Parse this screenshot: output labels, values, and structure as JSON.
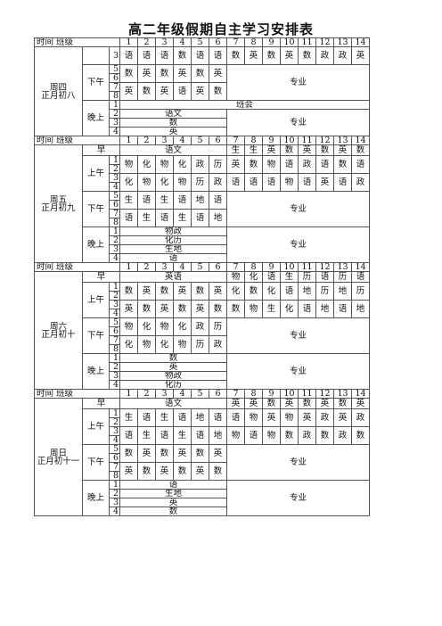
{
  "title": "高二年级假期自主学习安排表",
  "header": {
    "time": "时间",
    "class": "班级",
    "classes": [
      "1",
      "2",
      "3",
      "4",
      "5",
      "6",
      "7",
      "8",
      "9",
      "10",
      "11",
      "12",
      "13",
      "14"
    ]
  },
  "period_labels": {
    "early": "早",
    "afternoon": "下午",
    "evening": "晚上",
    "morning": "上午"
  },
  "blocks": [
    {
      "day_line1": "周四",
      "day_line2": "正月初八",
      "early": null,
      "am_rows": [
        [
          "语",
          "语",
          "语",
          "数",
          "语",
          "语",
          "数",
          "英",
          "数",
          "英",
          "数",
          "政",
          "政",
          "英"
        ]
      ],
      "am_nums": [
        "3"
      ],
      "pm_rows": [
        [
          "数",
          "英",
          "数",
          "英",
          "数",
          "英"
        ],
        [
          "英",
          "数",
          "英",
          "语",
          "英",
          "数"
        ]
      ],
      "pm_nums": [
        "5",
        "6",
        "7",
        "8"
      ],
      "pm_right": "专业",
      "eve_nums": [
        "1",
        "2",
        "3",
        "4"
      ],
      "eve_first_full": "班会",
      "eve_left": [
        "语文",
        "数",
        "英"
      ],
      "eve_right": "专业"
    },
    {
      "day_line1": "周五",
      "day_line2": "正月初九",
      "early_left": "语文",
      "early_right": [
        "生",
        "生",
        "英",
        "数",
        "英",
        "数",
        "英",
        "数"
      ],
      "am_rows": [
        [
          "物",
          "化",
          "物",
          "化",
          "政",
          "历",
          "英",
          "数",
          "物",
          "语",
          "政",
          "语",
          "数",
          "语"
        ],
        [
          "化",
          "物",
          "化",
          "物",
          "历",
          "政",
          "语",
          "语",
          "语",
          "物",
          "语",
          "英",
          "语",
          "政"
        ]
      ],
      "am_nums": [
        "1",
        "2",
        "3",
        "4"
      ],
      "pm_rows": [
        [
          "生",
          "语",
          "生",
          "语",
          "地",
          "语"
        ],
        [
          "语",
          "生",
          "语",
          "生",
          "语",
          "地"
        ]
      ],
      "pm_nums": [
        "5",
        "6",
        "7",
        "8"
      ],
      "pm_right": "专业",
      "eve_nums": [
        "1",
        "2",
        "3",
        "4"
      ],
      "eve_left": [
        "物政",
        "化历",
        "生地",
        "语"
      ],
      "eve_right": "专业"
    },
    {
      "day_line1": "周六",
      "day_line2": "正月初十",
      "early_left": "英语",
      "early_right": [
        "物",
        "化",
        "语",
        "生",
        "历",
        "语",
        "历",
        "语"
      ],
      "am_rows": [
        [
          "数",
          "英",
          "数",
          "英",
          "数",
          "英",
          "化",
          "数",
          "化",
          "语",
          "地",
          "历",
          "地",
          "历"
        ],
        [
          "英",
          "数",
          "英",
          "数",
          "英",
          "数",
          "数",
          "物",
          "生",
          "化",
          "语",
          "地",
          "语",
          "地"
        ]
      ],
      "am_nums": [
        "1",
        "2",
        "3",
        "4"
      ],
      "pm_rows": [
        [
          "物",
          "化",
          "物",
          "化",
          "政",
          "历"
        ],
        [
          "化",
          "物",
          "化",
          "物",
          "历",
          "政"
        ]
      ],
      "pm_nums": [
        "5",
        "6",
        "7",
        "8"
      ],
      "pm_right": "专业",
      "eve_nums": [
        "1",
        "2",
        "3",
        "4"
      ],
      "eve_left": [
        "数",
        "英",
        "物政",
        "化历"
      ],
      "eve_right": "专业"
    },
    {
      "day_line1": "周日",
      "day_line2": "正月初十一",
      "early_left": "语文",
      "early_right": [
        "英",
        "英",
        "数",
        "英",
        "数",
        "英",
        "数",
        "英"
      ],
      "am_rows": [
        [
          "生",
          "语",
          "生",
          "语",
          "地",
          "语",
          "语",
          "物",
          "英",
          "物",
          "英",
          "政",
          "英",
          "政"
        ],
        [
          "语",
          "生",
          "语",
          "生",
          "语",
          "地",
          "物",
          "语",
          "物",
          "数",
          "政",
          "数",
          "政",
          "数"
        ]
      ],
      "am_nums": [
        "1",
        "2",
        "3",
        "4"
      ],
      "pm_rows": [
        [
          "数",
          "英",
          "数",
          "英",
          "数",
          "英"
        ],
        [
          "英",
          "数",
          "英",
          "数",
          "英",
          "数"
        ]
      ],
      "pm_nums": [
        "5",
        "6",
        "7",
        "8"
      ],
      "pm_right": "专业",
      "eve_nums": [
        "1",
        "2",
        "3",
        "4"
      ],
      "eve_left": [
        "语",
        "生地",
        "英",
        "数"
      ],
      "eve_right": "专业"
    }
  ]
}
